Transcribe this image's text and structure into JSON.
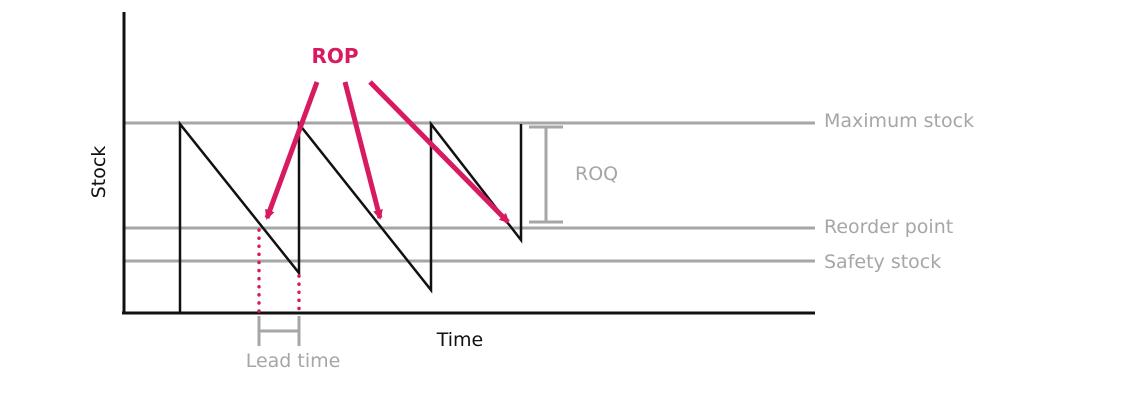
{
  "diagram": {
    "title": "",
    "axes": {
      "x_label": "Time",
      "y_label": "Stock"
    },
    "levels": {
      "maximum_stock": "Maximum stock",
      "reorder_point": "Reorder point",
      "safety_stock": "Safety stock"
    },
    "annotations": {
      "rop": "ROP",
      "roq": "ROQ",
      "lead_time": "Lead time"
    },
    "colors": {
      "accent": "#d81b60",
      "guide_lines": "#a6a6a6",
      "axes": "#111111",
      "background": "#ffffff"
    }
  }
}
